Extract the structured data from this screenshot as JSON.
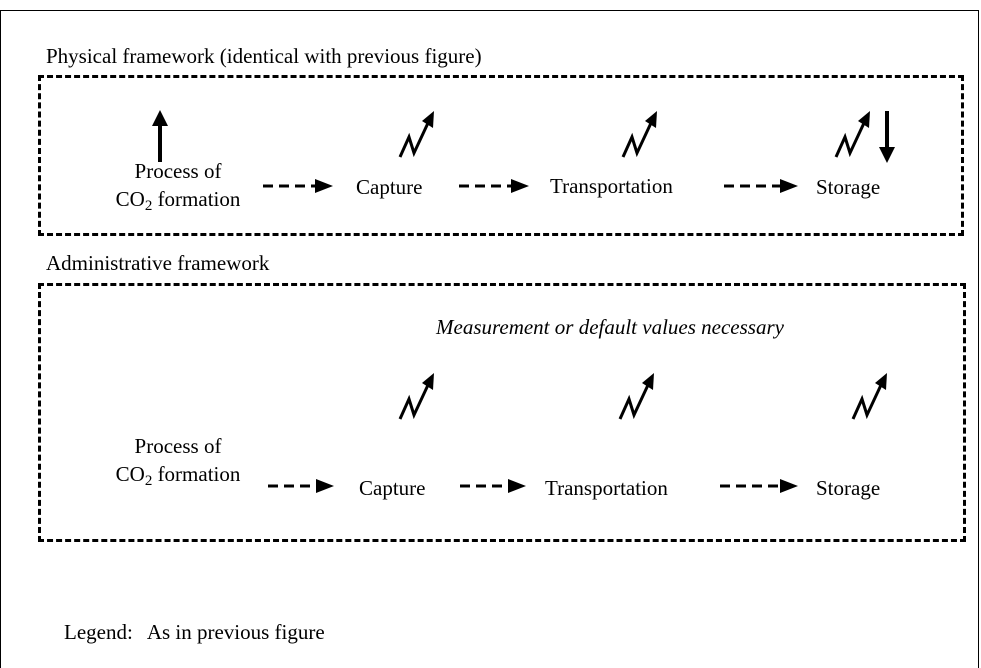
{
  "physical": {
    "title": "Physical framework (identical with previous figure)",
    "process_line1": "Process of",
    "process_co": "CO",
    "process_sub": "2",
    "process_rest": " formation",
    "capture": "Capture",
    "transportation": "Transportation",
    "storage": "Storage"
  },
  "administrative": {
    "title": "Administrative framework",
    "note": "Measurement or default values necessary",
    "process_line1": "Process of",
    "process_co": "CO",
    "process_sub": "2",
    "process_rest": " formation",
    "capture": "Capture",
    "transportation": "Transportation",
    "storage": "Storage"
  },
  "legend": {
    "label": "Legend:",
    "text": "As in previous figure"
  },
  "icons": {
    "up_arrow": "up-arrow-icon",
    "down_arrow": "down-arrow-icon",
    "zigzag_arrow": "zigzag-arrow-icon",
    "dashed_arrow": "dashed-arrow-icon"
  }
}
